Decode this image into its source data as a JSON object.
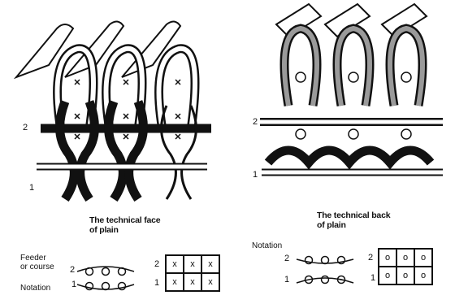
{
  "left_panel": {
    "caption_line1": "The technical face",
    "caption_line2": "of plain",
    "course_label_top": "2",
    "course_label_bottom": "1",
    "feeder_label_line1": "Feeder",
    "feeder_label_line2": "or course",
    "notation_label": "Notation",
    "notation_row_top": "2",
    "notation_row_bottom": "1",
    "grid_row_top": "2",
    "grid_row_bottom": "1",
    "grid_cells": [
      [
        "x",
        "x",
        "x"
      ],
      [
        "x",
        "x",
        "x"
      ]
    ]
  },
  "right_panel": {
    "caption_line1": "The technical back",
    "caption_line2": "of plain",
    "course_label_top": "2",
    "course_label_bottom": "1",
    "notation_label": "Notation",
    "notation_row_top": "2",
    "notation_row_bottom": "1",
    "grid_row_top": "2",
    "grid_row_bottom": "1",
    "grid_cells": [
      [
        "o",
        "o",
        "o"
      ],
      [
        "o",
        "o",
        "o"
      ]
    ]
  },
  "colors": {
    "ink": "#111111",
    "paper": "#ffffff",
    "shade": "#9a9a9a"
  }
}
